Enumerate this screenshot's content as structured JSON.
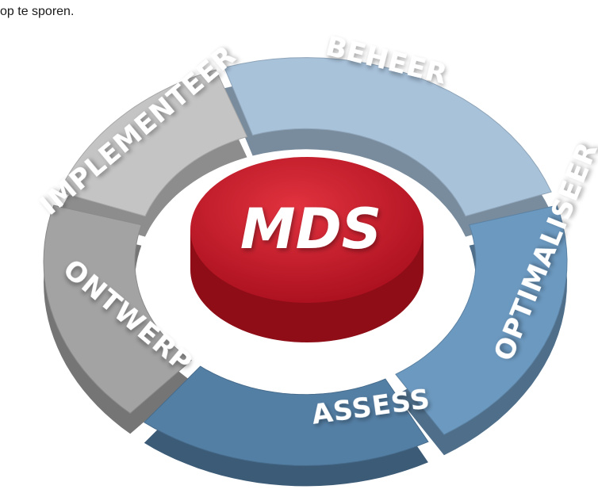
{
  "caption": "op te sporen.",
  "hub": {
    "label": "MDS",
    "color": "#c8192a"
  },
  "segments": [
    {
      "id": "beheer",
      "label": "BEHEER",
      "color": "#a8c2da"
    },
    {
      "id": "optimaliseer",
      "label": "OPTIMALISEER",
      "color": "#6c99c0"
    },
    {
      "id": "assess",
      "label": "ASSESS",
      "color": "#547fa5"
    },
    {
      "id": "ontwerp",
      "label": "ONTWERP",
      "color": "#a3a3a3"
    },
    {
      "id": "implementeer",
      "label": "IMPLEMENTEER",
      "color": "#c4c4c4"
    }
  ]
}
